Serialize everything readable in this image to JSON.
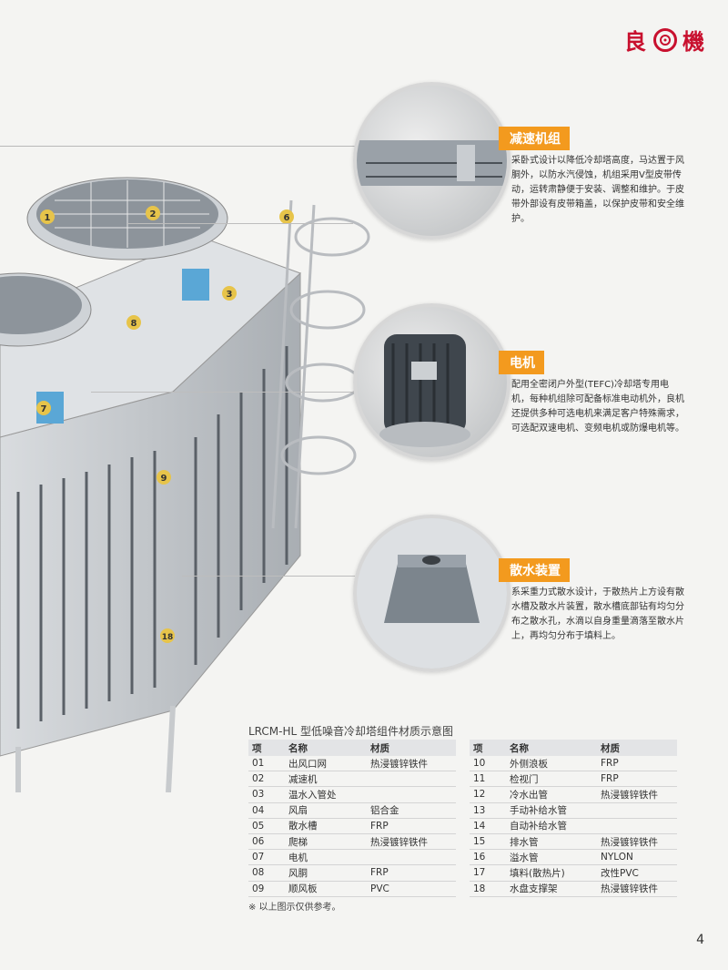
{
  "brand": {
    "left": "良",
    "right": "機",
    "logo_color": "#c8102e"
  },
  "accent_color": "#f39a1e",
  "tower_labels": [
    "1",
    "2",
    "3",
    "6",
    "7",
    "8",
    "9",
    "18"
  ],
  "panels": [
    {
      "title": "减速机组",
      "text": "采卧式设计以降低冷却塔高度，马达置于风胴外，以防水汽侵蚀，机组采用V型皮带传动，运转肃静便于安装、调整和维护。于皮带外部设有皮带箱盖，以保护皮带和安全维护。"
    },
    {
      "title": "电机",
      "text": "配用全密闭户外型(TEFC)冷却塔专用电机，每种机组除可配备标准电动机外，良机还提供多种可选电机来满足客户特殊需求，可选配双速电机、变频电机或防爆电机等。"
    },
    {
      "title": "散水装置",
      "text": "系采重力式散水设计，于散热片上方设有散水槽及散水片装置，散水槽底部钻有均匀分布之散水孔，水滴以自身重量滴落至散水片上，再均匀分布于填料上。"
    }
  ],
  "table": {
    "title": "LRCM-HL 型低噪音冷却塔组件材质示意图",
    "headers": [
      "项",
      "名称",
      "材质"
    ],
    "left_rows": [
      [
        "01",
        "出风口网",
        "热浸镀锌铁件"
      ],
      [
        "02",
        "减速机",
        ""
      ],
      [
        "03",
        "温水入管处",
        ""
      ],
      [
        "04",
        "风扇",
        "铝合金"
      ],
      [
        "05",
        "散水槽",
        "FRP"
      ],
      [
        "06",
        "爬梯",
        "热浸镀锌铁件"
      ],
      [
        "07",
        "电机",
        ""
      ],
      [
        "08",
        "风胴",
        "FRP"
      ],
      [
        "09",
        "顺风板",
        "PVC"
      ]
    ],
    "right_rows": [
      [
        "10",
        "外侧浪板",
        "FRP"
      ],
      [
        "11",
        "检视门",
        "FRP"
      ],
      [
        "12",
        "冷水出管",
        "热浸镀锌铁件"
      ],
      [
        "13",
        "手动补给水管",
        ""
      ],
      [
        "14",
        "自动补给水管",
        ""
      ],
      [
        "15",
        "排水管",
        "热浸镀锌铁件"
      ],
      [
        "16",
        "溢水管",
        "NYLON"
      ],
      [
        "17",
        "填料(散热片)",
        "改性PVC"
      ],
      [
        "18",
        "水盘支撑架",
        "热浸镀锌铁件"
      ]
    ]
  },
  "note": "※ 以上图示仅供参考。",
  "page_number": "4"
}
